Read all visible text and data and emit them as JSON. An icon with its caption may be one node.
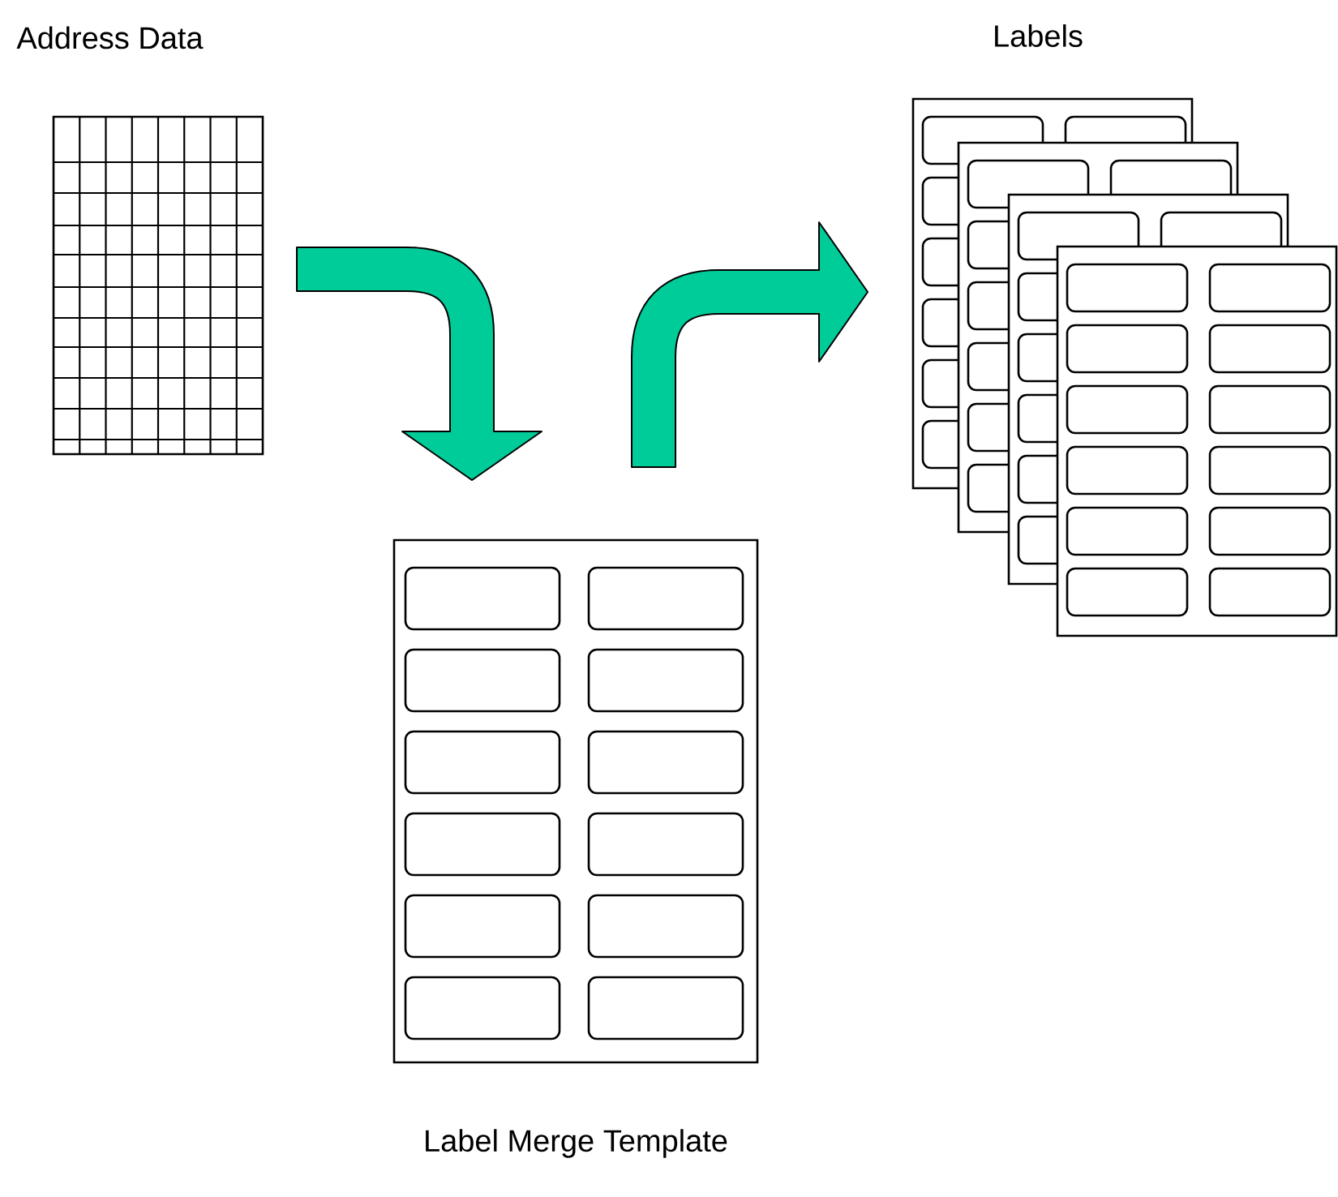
{
  "diagram": {
    "nodes": [
      {
        "text": [
          "Address Data"
        ]
      },
      {
        "text": [
          "Label Merge Template"
        ]
      },
      {
        "text": [
          "Labels"
        ]
      }
    ],
    "edges": [
      {
        "from": 0,
        "to": 1,
        "arrow": "to"
      },
      {
        "from": 1,
        "to": 2,
        "arrow": "to"
      }
    ]
  }
}
